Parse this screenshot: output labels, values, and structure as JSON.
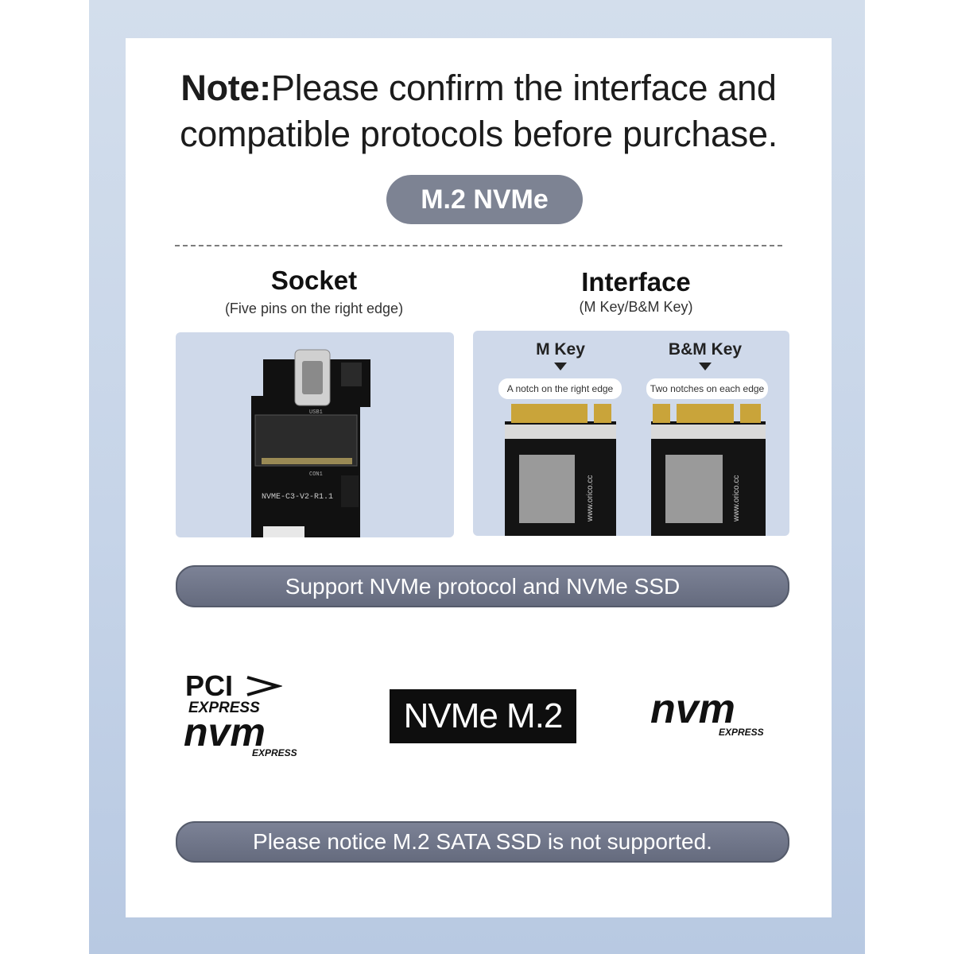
{
  "note": {
    "prefix": "Note:",
    "text": "Please confirm the interface and compatible protocols before purchase."
  },
  "badge": {
    "label": "M.2 NVMe"
  },
  "socket": {
    "title": "Socket",
    "subtitle": "(Five pins on the right edge)",
    "board_label": "NVME-C3-V2-R1.1",
    "usb_label": "USB1",
    "conn_label": "CON1"
  },
  "interface": {
    "title": "Interface",
    "subtitle": "(M Key/B&M Key)",
    "keys": [
      {
        "label": "M Key",
        "note": "A notch on the right edge",
        "brand": "www.orico.cc"
      },
      {
        "label": "B&M Key",
        "note": "Two notches on each edge",
        "brand": "www.orico.cc"
      }
    ]
  },
  "support_bar": {
    "text": "Support NVMe protocol and NVMe SSD"
  },
  "logos": {
    "pci_top": "PCI",
    "pci_express": "EXPRESS",
    "nvm": "nvm",
    "nvm_express": "EXPRESS",
    "nvme_m2": "NVMe M.2",
    "nvm2": "nvm",
    "nvm2_express": "EXPRESS"
  },
  "notice_bar": {
    "text": "Please notice M.2 SATA SSD is not supported."
  },
  "colors": {
    "pill": "#7d8393",
    "panel": "#cfd9ea",
    "frame": "#c6d4e8",
    "pcb": "#111111",
    "gold": "#c9a43a"
  }
}
